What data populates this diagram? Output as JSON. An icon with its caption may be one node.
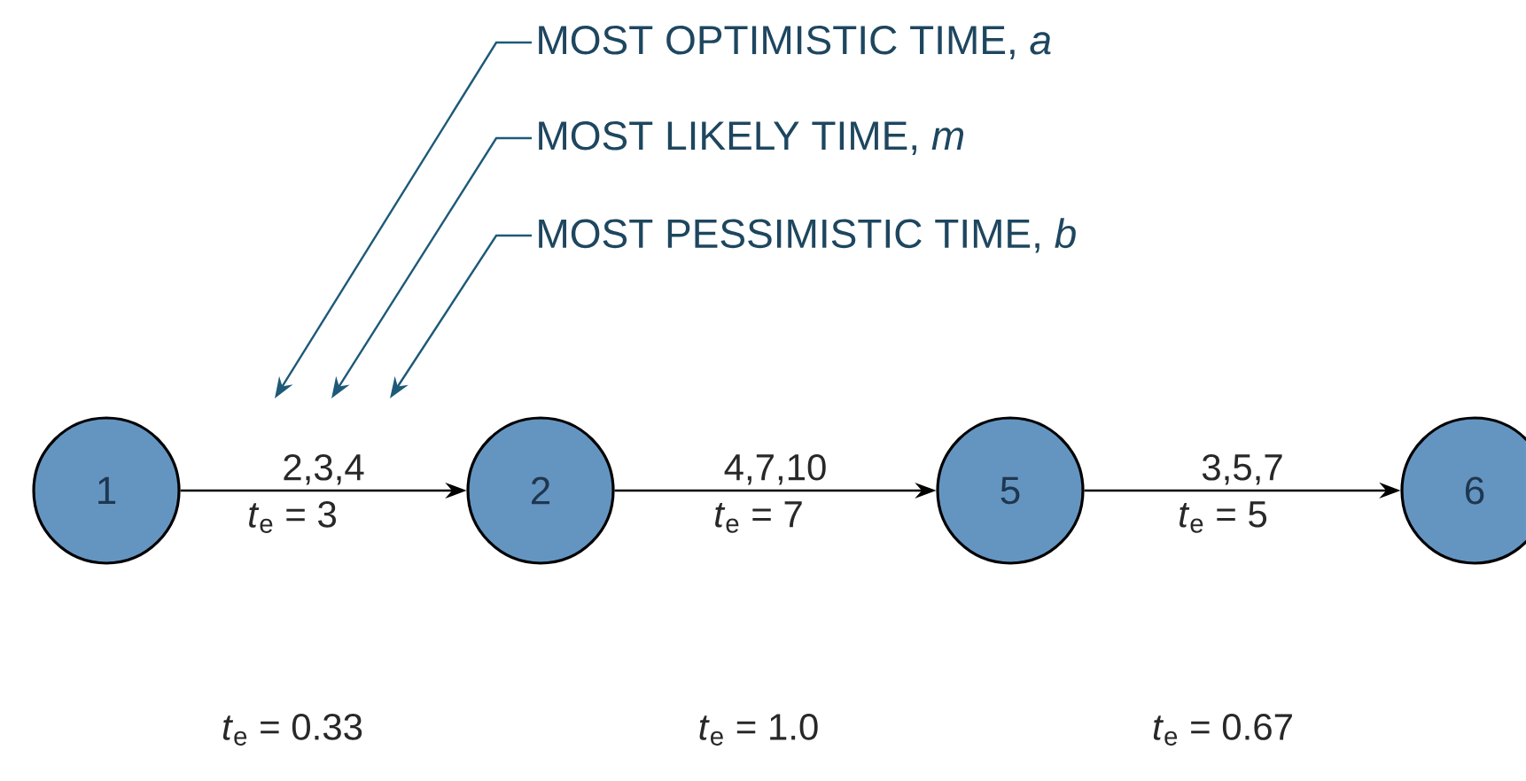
{
  "diagram": {
    "nodes": [
      {
        "text": [
          "1"
        ]
      },
      {
        "text": [
          "2"
        ]
      },
      {
        "text": [
          "5"
        ]
      },
      {
        "text": [
          "6"
        ]
      },
      {
        "text": [
          "MOST OPTIMISTIC TIME, *a*"
        ]
      },
      {
        "text": [
          "MOST LIKELY TIME, *m*"
        ]
      },
      {
        "text": [
          "MOST PESSIMISTIC TIME, *b*"
        ]
      }
    ],
    "edges": [
      {
        "from": 0,
        "to": 1,
        "arrow": "to",
        "label": "2,3,4"
      },
      {
        "from": 1,
        "to": 2,
        "arrow": "to",
        "label": "4,7,10"
      },
      {
        "from": 2,
        "to": 3,
        "arrow": "to",
        "label": "3,5,7"
      },
      {
        "from": 4,
        "to": null,
        "arrow": "to",
        "color": "#1d5a78"
      },
      {
        "from": 5,
        "to": null,
        "arrow": "to",
        "color": "#1d5a78"
      },
      {
        "from": 6,
        "to": null,
        "arrow": "to",
        "color": "#1d5a78"
      }
    ],
    "labels": [
      "*t*$_{e}$ = 3",
      "*t*$_{e}$ = 7",
      "*t*$_{e}$ = 5",
      "*t*$_{e}$ = 0.33",
      "*t*$_{e}$ = 1.0",
      "*t*$_{e}$ = 0.67"
    ]
  }
}
